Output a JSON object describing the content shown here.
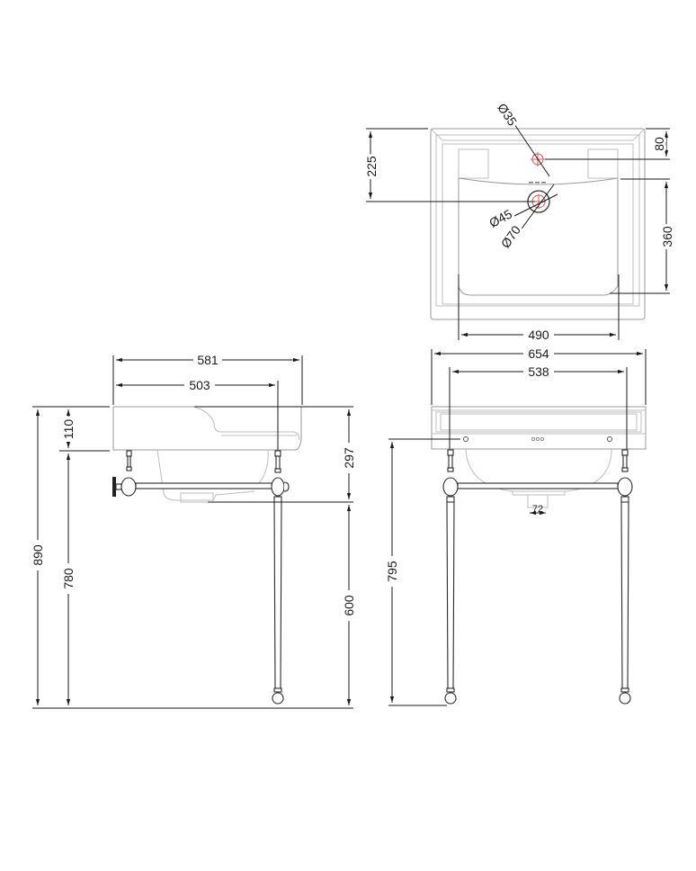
{
  "drawing": {
    "subject": "Washbasin on chrome washstand — technical dimension drawing",
    "units": "mm",
    "top_view": {
      "labels": {
        "tap_hole_diameter": "Ø35",
        "waste_diameter_inner": "Ø45",
        "waste_diameter_outer": "Ø70",
        "depth_to_waste": "225",
        "tap_hole_offset": "80",
        "bowl_depth": "360",
        "bowl_width": "490"
      }
    },
    "side_view": {
      "labels": {
        "overall_depth": "581",
        "leg_depth": "503",
        "overall_height": "890",
        "basin_rim_height": "110",
        "under_basin_height": "780",
        "basin_total_drop": "297",
        "rail_height": "600"
      }
    },
    "front_view": {
      "labels": {
        "overall_width": "654",
        "leg_centres": "538",
        "height_to_overflow": "795",
        "waste_width": "72"
      }
    }
  }
}
